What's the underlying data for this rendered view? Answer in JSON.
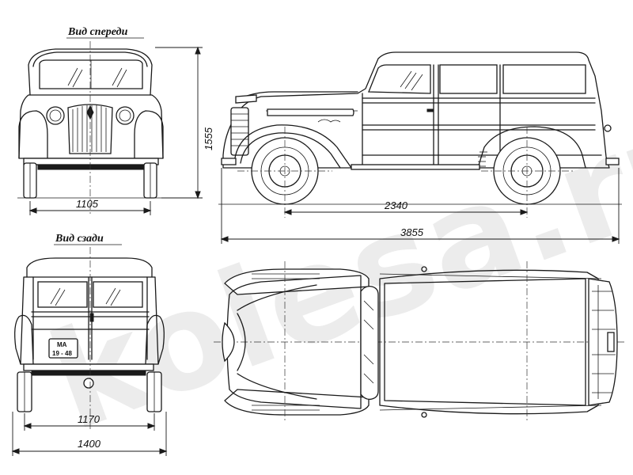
{
  "views": {
    "front_title": "Вид спереди",
    "rear_title": "Вид сзади"
  },
  "dimensions": {
    "height": "1555",
    "front_track": "1105",
    "wheelbase": "2340",
    "overall_length": "3855",
    "rear_track": "1170",
    "overall_width": "1400"
  },
  "license_plate": {
    "line1": "МА",
    "line2": "19 - 48"
  },
  "watermark": "kolesa.ru",
  "colors": {
    "ink": "#1a1a1a",
    "paper": "#ffffff",
    "watermark": "#c8c8c8"
  }
}
